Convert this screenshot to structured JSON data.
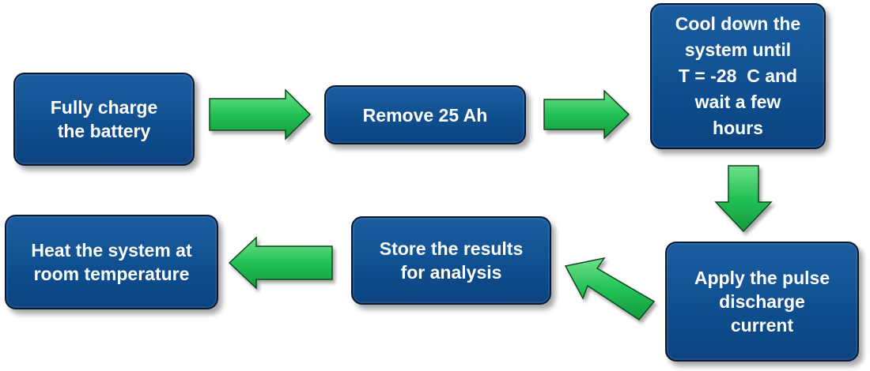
{
  "diagram": {
    "colors": {
      "box_fill": "#0f4f8f",
      "box_border": "#0b1a33",
      "text": "#ffffff",
      "arrow_fill": "#22c156",
      "arrow_stroke": "#10471d"
    },
    "steps": [
      {
        "id": "fully-charge",
        "lines": [
          "Fully charge",
          "the battery"
        ]
      },
      {
        "id": "remove-capacity",
        "lines": [
          "Remove 25 Ah"
        ]
      },
      {
        "id": "cool-down",
        "lines": [
          "Cool down the",
          "system until",
          "T = -28  C and",
          "wait a few",
          "hours"
        ]
      },
      {
        "id": "apply-pulse",
        "lines": [
          "Apply the pulse",
          "discharge",
          "current"
        ]
      },
      {
        "id": "store-results",
        "lines": [
          "Store the results",
          "for analysis"
        ]
      },
      {
        "id": "heat-system",
        "lines": [
          "Heat the system at",
          "room temperature"
        ]
      }
    ],
    "arrows": [
      {
        "from": "fully-charge",
        "to": "remove-capacity",
        "direction": "right"
      },
      {
        "from": "remove-capacity",
        "to": "cool-down",
        "direction": "right"
      },
      {
        "from": "cool-down",
        "to": "apply-pulse",
        "direction": "down"
      },
      {
        "from": "apply-pulse",
        "to": "store-results",
        "direction": "up-left"
      },
      {
        "from": "store-results",
        "to": "heat-system",
        "direction": "left"
      }
    ]
  }
}
